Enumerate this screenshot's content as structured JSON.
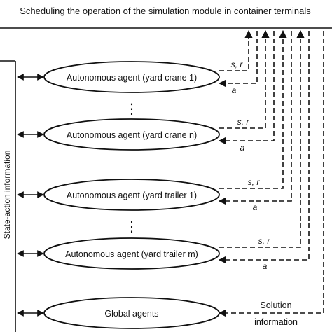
{
  "title": "Scheduling the operation of the simulation module in container terminals",
  "side_label": "State-action information",
  "agents": [
    {
      "label": "Autonomous agent (yard crane 1)",
      "state_reward": "s, r",
      "action": "a"
    },
    {
      "label": "Autonomous agent (yard crane n)",
      "state_reward": "s, r",
      "action": "a"
    },
    {
      "label": "Autonomous agent (yard trailer 1)",
      "state_reward": "s, r",
      "action": "a"
    },
    {
      "label": "Autonomous agent (yard trailer m)",
      "state_reward": "s, r",
      "action": "a"
    }
  ],
  "ellipsis": "⋮",
  "global_agent": {
    "label": "Global agents"
  },
  "solution": {
    "line1": "Solution",
    "line2": "information"
  },
  "colors": {
    "stroke": "#111111",
    "background": "#ffffff"
  }
}
